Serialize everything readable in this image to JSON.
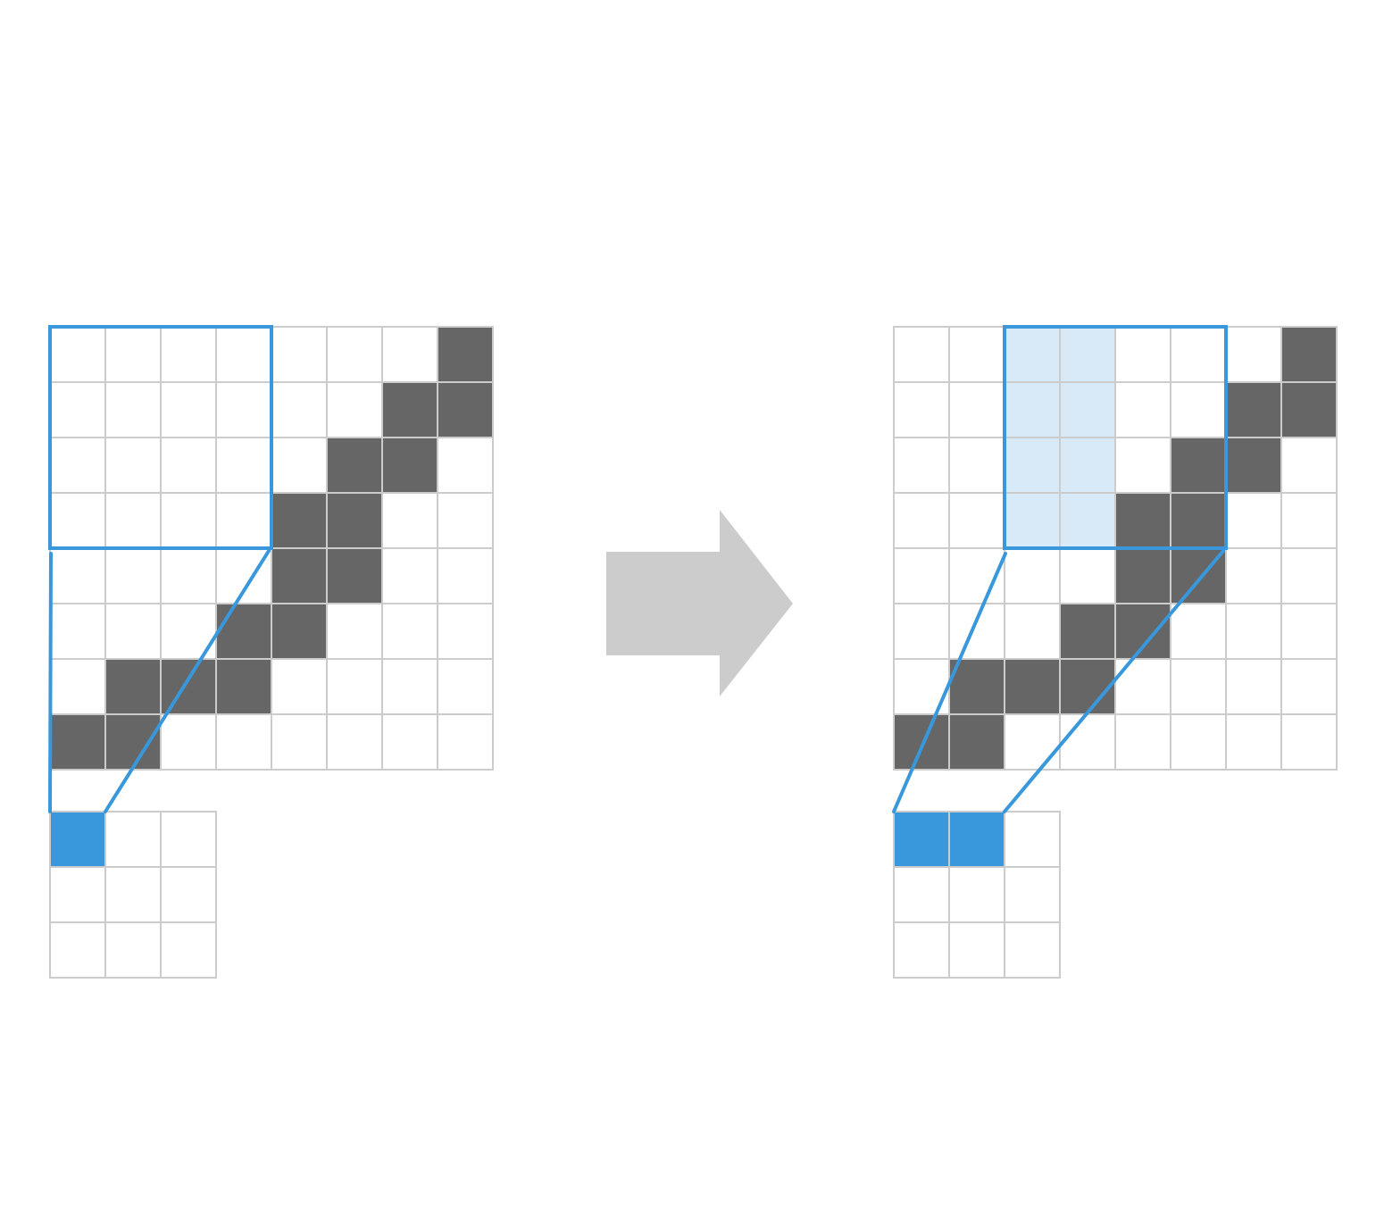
{
  "colors": {
    "background": "#ffffff",
    "grid_line": "#cccccc",
    "filled_cell": "#666666",
    "window_outline": "#3898db",
    "window_highlight": "#d8e9f7",
    "output_active": "#3898db",
    "arrow": "#cccccc"
  },
  "panels": [
    {
      "name": "step-1",
      "input": {
        "rows": 8,
        "cols": 8,
        "filled": [
          [
            0,
            7
          ],
          [
            1,
            6
          ],
          [
            1,
            7
          ],
          [
            2,
            5
          ],
          [
            2,
            6
          ],
          [
            3,
            4
          ],
          [
            3,
            5
          ],
          [
            4,
            4
          ],
          [
            4,
            5
          ],
          [
            5,
            3
          ],
          [
            5,
            4
          ],
          [
            6,
            1
          ],
          [
            6,
            2
          ],
          [
            6,
            3
          ],
          [
            7,
            0
          ],
          [
            7,
            1
          ]
        ]
      },
      "window": {
        "row": 0,
        "col": 0,
        "size": 4
      },
      "highlighted_cells": [],
      "output": {
        "rows": 3,
        "cols": 3,
        "active": [
          [
            0,
            0
          ]
        ]
      }
    },
    {
      "name": "step-2",
      "input": {
        "rows": 8,
        "cols": 8,
        "filled": [
          [
            0,
            7
          ],
          [
            1,
            6
          ],
          [
            1,
            7
          ],
          [
            2,
            5
          ],
          [
            2,
            6
          ],
          [
            3,
            4
          ],
          [
            3,
            5
          ],
          [
            4,
            4
          ],
          [
            4,
            5
          ],
          [
            5,
            3
          ],
          [
            5,
            4
          ],
          [
            6,
            1
          ],
          [
            6,
            2
          ],
          [
            6,
            3
          ],
          [
            7,
            0
          ],
          [
            7,
            1
          ]
        ]
      },
      "window": {
        "row": 0,
        "col": 2,
        "size": 4
      },
      "highlighted_cells": [
        [
          0,
          2
        ],
        [
          0,
          3
        ],
        [
          1,
          2
        ],
        [
          1,
          3
        ],
        [
          2,
          2
        ],
        [
          2,
          3
        ],
        [
          3,
          2
        ],
        [
          3,
          3
        ]
      ],
      "output": {
        "rows": 3,
        "cols": 3,
        "active": [
          [
            0,
            0
          ],
          [
            0,
            1
          ]
        ]
      }
    }
  ],
  "arrow": {
    "direction": "right"
  }
}
